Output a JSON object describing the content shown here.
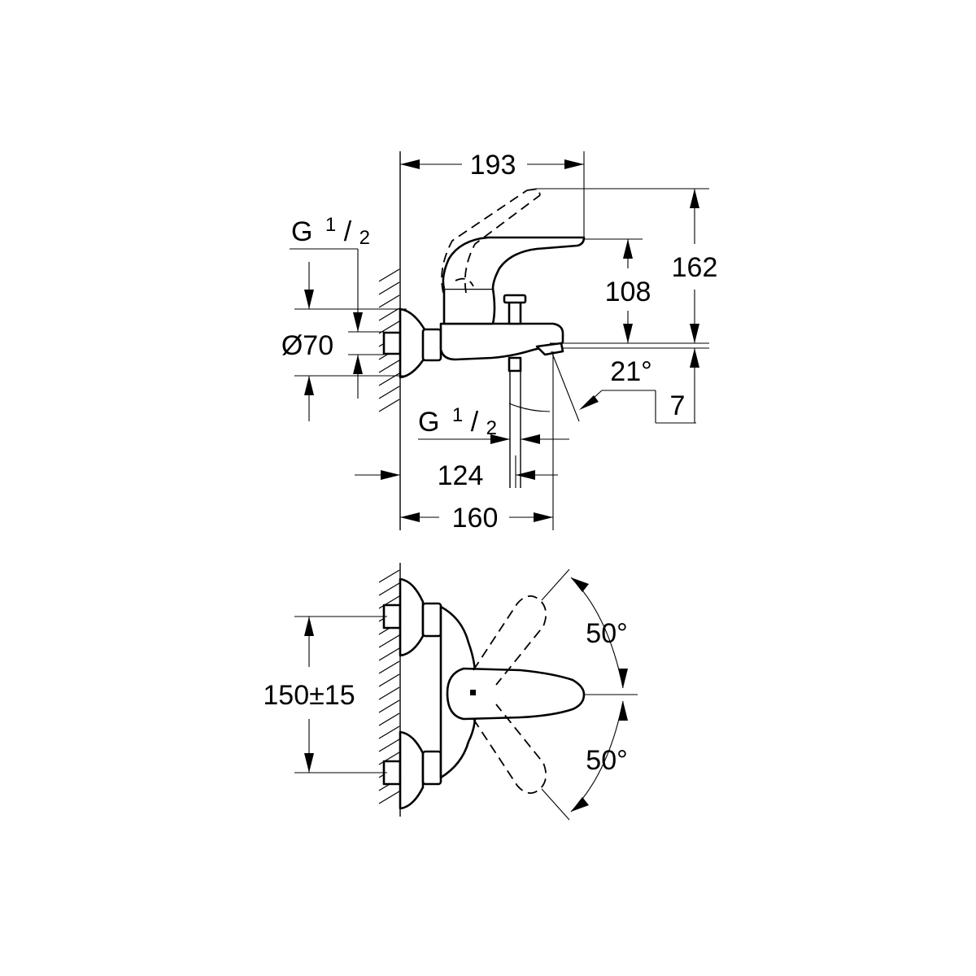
{
  "side_view": {
    "width_193": "193",
    "height_162": "162",
    "height_108": "108",
    "thread_top_g": "G",
    "thread_top_num": "1",
    "thread_top_den": "2",
    "diameter_70": "Ø70",
    "angle_21": "21°",
    "drop_7": "7",
    "thread_bottom_g": "G",
    "thread_bottom_num": "1",
    "thread_bottom_den": "2",
    "depth_124": "124",
    "depth_160": "160"
  },
  "top_view": {
    "spacing": "150±15",
    "angle_upper": "50°",
    "angle_lower": "50°"
  }
}
